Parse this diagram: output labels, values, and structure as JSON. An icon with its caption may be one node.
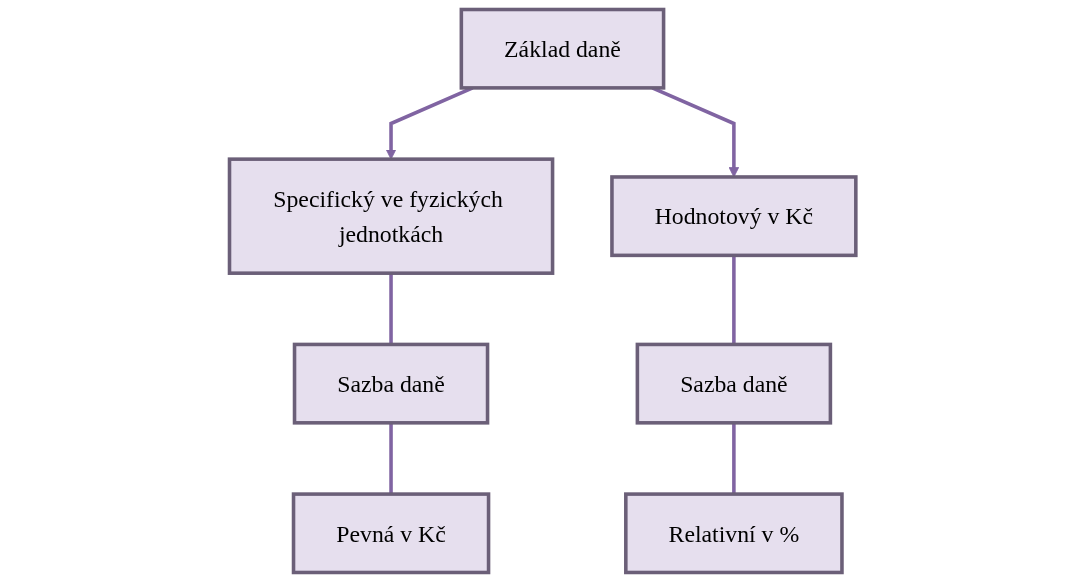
{
  "diagram": {
    "nodes": [
      {
        "text": [
          "Základ daně"
        ]
      },
      {
        "text": [
          "Specifický ve fyzických jednotkách"
        ]
      },
      {
        "text": [
          "Sazba daně"
        ]
      },
      {
        "text": [
          "Pevná v Kč"
        ]
      },
      {
        "text": [
          "Hodnotový v Kč"
        ]
      },
      {
        "text": [
          "Sazba daně"
        ]
      },
      {
        "text": [
          "Relativní v %"
        ]
      }
    ],
    "edges": [
      {
        "from": 0,
        "to": 1,
        "arrow": "to"
      },
      {
        "from": 0,
        "to": 4,
        "arrow": "to"
      },
      {
        "from": 1,
        "to": 2,
        "arrow": "none"
      },
      {
        "from": 2,
        "to": 3,
        "arrow": "none"
      },
      {
        "from": 4,
        "to": 5,
        "arrow": "none"
      },
      {
        "from": 5,
        "to": 6,
        "arrow": "none"
      }
    ]
  }
}
